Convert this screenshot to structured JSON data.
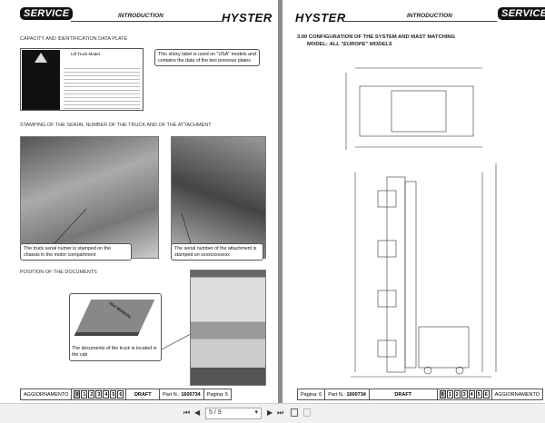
{
  "left_page": {
    "header": {
      "badge": "SERVICE",
      "section": "INTRODUCTION",
      "brand": "HYSTER"
    },
    "capacity_heading": "CAPACITY AND IDENTIFICATION DATA PLATE",
    "data_plate_title": "Lift Truck Model",
    "sticky_note": "This sticky label is used on \"USA\" models and contains the data of the two previous plates",
    "stamping_heading": "STAMPING OF THE SERIAL NUMBER OF THE TRUCK AND OF THE ATTACHMENT",
    "truck_serial_note": "The truck serial numer is stamped on the chassis in the motor compartment",
    "attachment_serial_note": "The serial number of the attachment is stamped on xxxxxxxxxxxx",
    "documents_heading": "POSITION OF THE DOCUMENTS",
    "manual_label": "Hist MANUAL",
    "documents_note": "The documents of the truck is located in the cab",
    "footer": {
      "update": "AGGIORNAMENTO",
      "revisions": [
        "0",
        "1",
        "2",
        "3",
        "4",
        "5",
        "6"
      ],
      "status": "DRAFT",
      "part_label": "Part N.:",
      "part_number": "1600734",
      "page": "Pagina: 5"
    }
  },
  "right_page": {
    "header": {
      "badge": "SERVICE",
      "section": "INTRODUCTION",
      "brand": "HYSTER"
    },
    "title_line1": "3.00  CONFIGURATION OF THE SYSTEM AND MAST MATCHING",
    "title_line2_prefix": "MODEL: ",
    "title_line2_italic": "ALL \"EUROPE\" MODELS",
    "footer": {
      "page": "Pagina: 6",
      "part_label": "Part N.:",
      "part_number": "1600734",
      "status": "DRAFT",
      "revisions": [
        "0",
        "1",
        "2",
        "3",
        "4",
        "5",
        "6"
      ],
      "update": "AGGIORNAMENTO"
    }
  },
  "toolbar": {
    "first": "⏮",
    "prev": "◀",
    "page_value": "5 / 9",
    "next": "▶",
    "last": "⏭"
  }
}
